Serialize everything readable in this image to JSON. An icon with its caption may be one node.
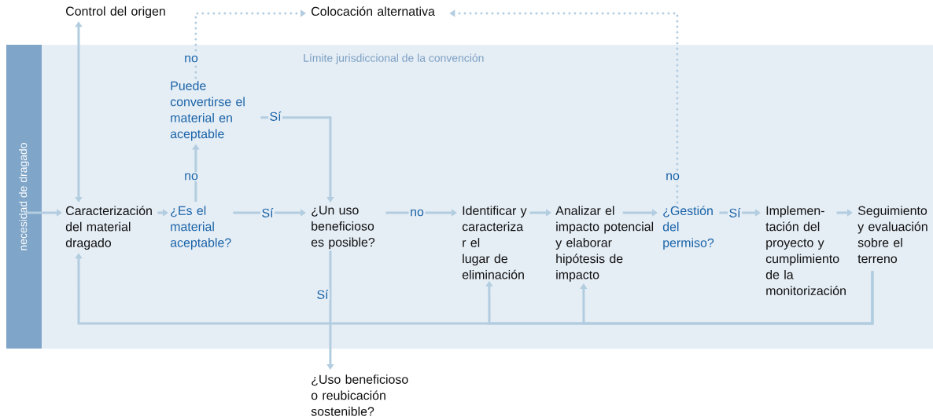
{
  "diagram": {
    "nodes": [
      {
        "text": [
          "necesidad de dragado"
        ]
      },
      {
        "text": [
          "Límite jurisdiccional de la convención"
        ]
      },
      {
        "text": [
          "Control del origen"
        ]
      },
      {
        "text": [
          "Colocación alternativa"
        ]
      },
      {
        "text": [
          "Puede convertirse el material en aceptable"
        ],
        "in": 1
      },
      {
        "text": [
          "Caracterización del material dragado"
        ],
        "in": 1
      },
      {
        "text": [
          "¿Es el material aceptable?"
        ],
        "in": 1
      },
      {
        "text": [
          "¿Un uso beneficioso es posible?"
        ],
        "in": 1
      },
      {
        "text": [
          "Identificar y caracteriza r el lugar de eliminación"
        ],
        "in": 1
      },
      {
        "text": [
          "Analizar el impacto potencial y elaborar hipótesis de impacto"
        ],
        "in": 1
      },
      {
        "text": [
          "¿Gestión del permiso?"
        ],
        "in": 1
      },
      {
        "text": [
          "Implemen-tación del proyecto y cumplimiento de la monitorización"
        ],
        "in": 1
      },
      {
        "text": [
          "Seguimiento y evaluación sobre el terreno"
        ],
        "in": 1
      },
      {
        "text": [
          "¿Uso beneficioso o reubicación sostenible?"
        ]
      }
    ],
    "edges": [
      {
        "from": 0,
        "to": 5,
        "arrow": "to"
      },
      {
        "from": 5,
        "to": 2,
        "arrow": "both"
      },
      {
        "from": 5,
        "to": 6,
        "arrow": "to"
      },
      {
        "from": 6,
        "to": 7,
        "arrow": "to",
        "label": "Sí"
      },
      {
        "from": 6,
        "to": 4,
        "arrow": "to",
        "label": "no"
      },
      {
        "from": 4,
        "to": 7,
        "arrow": "to",
        "label": "Sí"
      },
      {
        "from": 4,
        "to": 3,
        "arrow": "to",
        "label": "no",
        "style": "dashed"
      },
      {
        "from": 7,
        "to": 8,
        "arrow": "to",
        "label": "no"
      },
      {
        "from": 7,
        "to": 13,
        "arrow": "to",
        "label": "Sí"
      },
      {
        "from": 8,
        "to": 9,
        "arrow": "to"
      },
      {
        "from": 9,
        "to": 10,
        "arrow": "to"
      },
      {
        "from": 10,
        "to": 11,
        "arrow": "to",
        "label": "Sí"
      },
      {
        "from": 10,
        "to": 3,
        "arrow": "to",
        "label": "no",
        "style": "dashed"
      },
      {
        "from": 11,
        "to": 12,
        "arrow": "to"
      },
      {
        "from": 12,
        "to": 5,
        "arrow": "to"
      },
      {
        "from": 12,
        "to": 8,
        "arrow": "to"
      },
      {
        "from": 12,
        "to": 9,
        "arrow": "to"
      }
    ]
  }
}
